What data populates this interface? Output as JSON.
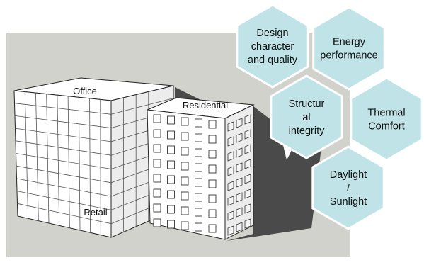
{
  "buildings": {
    "office_label": "Office",
    "retail_label": "Retail",
    "residential_label": "Residential"
  },
  "hexagons": [
    {
      "id": "design",
      "lines": [
        "Design",
        "character",
        "and quality"
      ]
    },
    {
      "id": "energy",
      "lines": [
        "Energy",
        "performance"
      ]
    },
    {
      "id": "structural",
      "lines": [
        "Structur",
        "al",
        "integrity"
      ]
    },
    {
      "id": "thermal",
      "lines": [
        "Thermal",
        "Comfort"
      ]
    },
    {
      "id": "daylight",
      "lines": [
        "Daylight",
        "/",
        "Sunlight"
      ]
    }
  ],
  "colors": {
    "backdrop": "#d2d2cd",
    "hex_fill": "#bfe3e6",
    "hex_stroke": "#ffffff",
    "building_face": "#ffffff",
    "building_side": "#e2e2e2",
    "outline": "#222222",
    "shadow": "#4a4a4a"
  }
}
